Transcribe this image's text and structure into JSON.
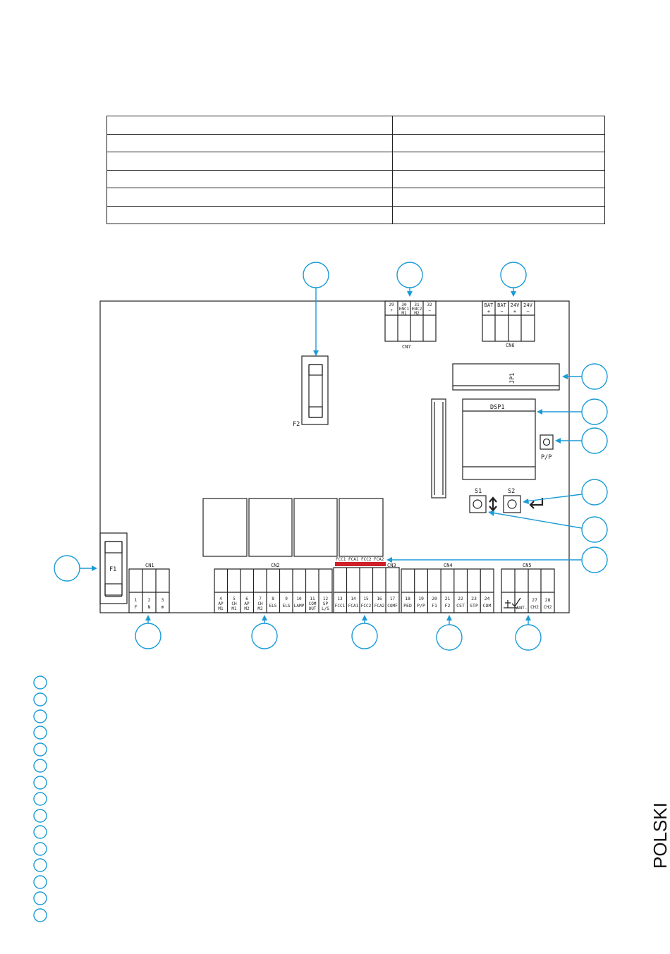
{
  "board": {
    "fuses": {
      "f1": "F1",
      "f2": "F2"
    },
    "jumper": "JP1",
    "display": "DSP1",
    "buttons": {
      "s1": "S1",
      "s2": "S2",
      "pp": "P/P"
    },
    "connectors": {
      "cn1": {
        "name": "CN1",
        "pins": [
          {
            "num": "1",
            "label": "F"
          },
          {
            "num": "2",
            "label": "N"
          },
          {
            "num": "3",
            "label": "⊕"
          }
        ]
      },
      "cn2": {
        "name": "CN2",
        "pins": [
          {
            "num": "4",
            "label": "AP",
            "label2": "M1"
          },
          {
            "num": "5",
            "label": "CH",
            "label2": "M1"
          },
          {
            "num": "6",
            "label": "AP",
            "label2": "M2"
          },
          {
            "num": "7",
            "label": "CH",
            "label2": "M2"
          },
          {
            "num": "8",
            "label": "ELS"
          },
          {
            "num": "9",
            "label": "ELS"
          },
          {
            "num": "10",
            "label": "LAMP"
          },
          {
            "num": "11",
            "label": "COM",
            "label2": "OUT"
          },
          {
            "num": "12",
            "label": "SP",
            "label2": "L/S"
          }
        ]
      },
      "cn3": {
        "name": "CN3",
        "top_labels": [
          "FCC1",
          "FCA1",
          "FCC2",
          "FCA2"
        ],
        "pins": [
          {
            "num": "13",
            "label": "FCC1"
          },
          {
            "num": "14",
            "label": "FCA1"
          },
          {
            "num": "15",
            "label": "FCC2"
          },
          {
            "num": "16",
            "label": "FCA2"
          },
          {
            "num": "17",
            "label": "COMF"
          }
        ]
      },
      "cn4": {
        "name": "CN4",
        "pins": [
          {
            "num": "18",
            "label": "PED"
          },
          {
            "num": "19",
            "label": "P/P"
          },
          {
            "num": "20",
            "label": "F1"
          },
          {
            "num": "21",
            "label": "F2"
          },
          {
            "num": "22",
            "label": "CST"
          },
          {
            "num": "23",
            "label": "STP"
          },
          {
            "num": "24",
            "label": "COM"
          }
        ]
      },
      "cn5": {
        "name": "CN5",
        "pins": [
          {
            "num": "",
            "label": "ANT."
          },
          {
            "num": "27",
            "label": "CH2"
          },
          {
            "num": "28",
            "label": "CH2"
          }
        ]
      },
      "cn6": {
        "name": "CN6",
        "pins": [
          {
            "num": "BAT",
            "label": "+"
          },
          {
            "num": "BAT",
            "label": "−"
          },
          {
            "num": "24V",
            "label": "+"
          },
          {
            "num": "24V",
            "label": "−"
          }
        ]
      },
      "cn7": {
        "name": "CN7",
        "pins": [
          {
            "num": "29",
            "label": "+"
          },
          {
            "num": "30",
            "label": "ENC1",
            "label2": "M1"
          },
          {
            "num": "31",
            "label": "ENC2",
            "label2": "M2"
          },
          {
            "num": "32",
            "label": "−"
          }
        ]
      }
    }
  },
  "side_label": "POLSKI",
  "colors": {
    "callout": "#1a9bd7",
    "line": "#222222",
    "highlight": "#d0212a"
  }
}
